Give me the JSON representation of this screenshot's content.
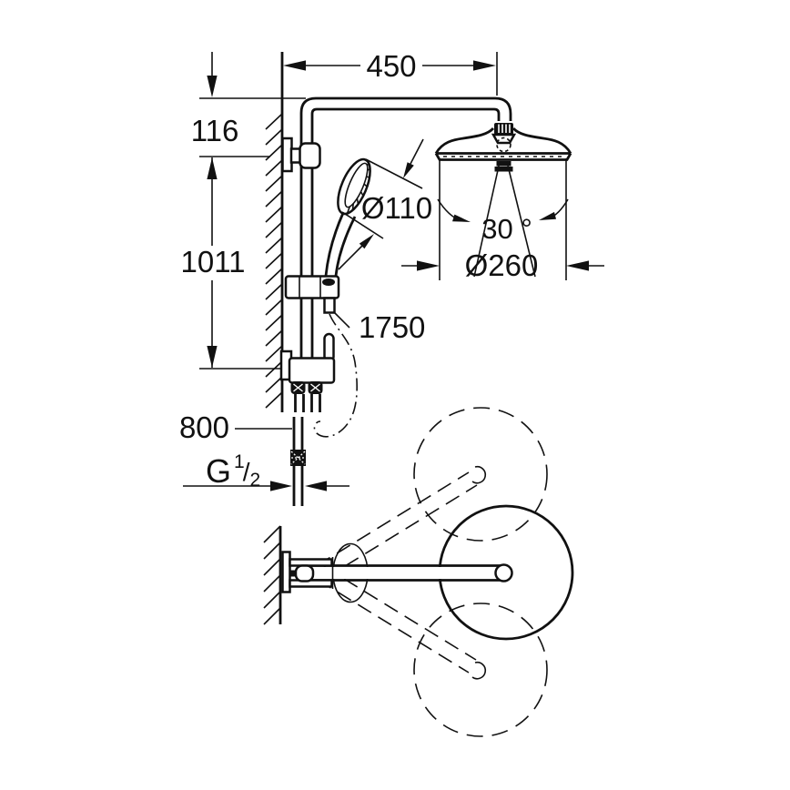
{
  "drawing": {
    "background": "#ffffff",
    "line_color": "#111111",
    "labels": {
      "dim_width_450": "450",
      "dim_offset_116": "116",
      "dim_height_1011": "1011",
      "dim_hand_shower_diameter": "Ø110",
      "dim_spray_angle": "30 °",
      "dim_head_shower_diameter": "Ø260",
      "dim_hose_length": "1750",
      "dim_supply_height": "800",
      "thread_size": {
        "letter": "G",
        "numerator": "1",
        "slash": "/",
        "denominator": "2"
      }
    }
  }
}
